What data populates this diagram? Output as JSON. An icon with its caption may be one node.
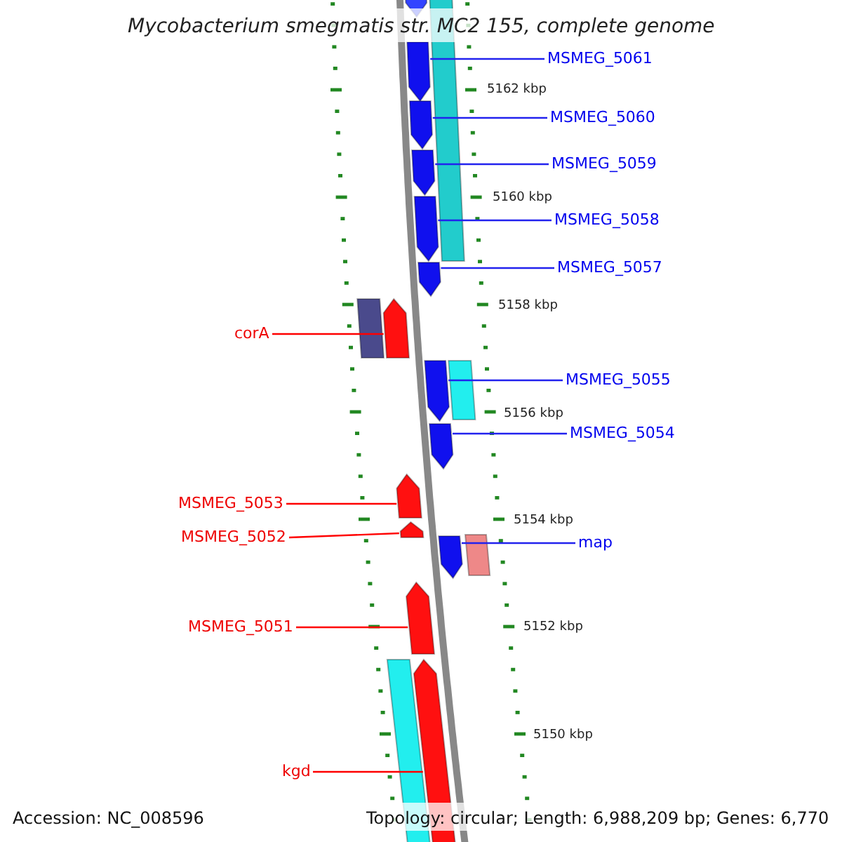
{
  "diagram": {
    "title": "Mycobacterium smegmatis str. MC2 155, complete genome",
    "nodes": [
      {
        "text": [
          "MSMEG_5061"
        ]
      },
      {
        "text": [],
        "shape": "arrow"
      },
      {
        "text": [
          "MSMEG_5060"
        ]
      },
      {
        "text": [],
        "shape": "arrow"
      },
      {
        "text": [
          "MSMEG_5059"
        ]
      },
      {
        "text": [],
        "shape": "arrow"
      },
      {
        "text": [
          "MSMEG_5058"
        ]
      },
      {
        "text": [],
        "shape": "arrow"
      },
      {
        "text": [
          "MSMEG_5057"
        ]
      },
      {
        "text": [],
        "shape": "arrow"
      },
      {
        "text": [
          "corA"
        ]
      },
      {
        "text": [],
        "shape": "arrow"
      },
      {
        "text": [
          "MSMEG_5055"
        ]
      },
      {
        "text": [],
        "shape": "arrow"
      },
      {
        "text": [
          "MSMEG_5054"
        ]
      },
      {
        "text": [],
        "shape": "arrow"
      },
      {
        "text": [
          "MSMEG_5053"
        ]
      },
      {
        "text": [],
        "shape": "arrow"
      },
      {
        "text": [
          "MSMEG_5052"
        ]
      },
      {
        "text": [],
        "shape": "arrow"
      },
      {
        "text": [
          "map"
        ]
      },
      {
        "text": [],
        "shape": "arrow"
      },
      {
        "text": [
          "MSMEG_5051"
        ]
      },
      {
        "text": [],
        "shape": "arrow"
      },
      {
        "text": [
          "kgd"
        ]
      },
      {
        "text": [],
        "shape": "arrow"
      },
      {
        "text": [],
        "shape": "arrow"
      },
      {
        "text": [],
        "shape": "bar"
      },
      {
        "text": [],
        "shape": "bar"
      },
      {
        "text": [],
        "shape": "bar"
      },
      {
        "text": [],
        "shape": "bar"
      },
      {
        "text": [],
        "shape": "bar"
      }
    ],
    "edges": [
      {
        "from": 0,
        "to": 1,
        "arrow": "none"
      },
      {
        "from": 2,
        "to": 3,
        "arrow": "none"
      },
      {
        "from": 4,
        "to": 5,
        "arrow": "none"
      },
      {
        "from": 6,
        "to": 7,
        "arrow": "none"
      },
      {
        "from": 8,
        "to": 9,
        "arrow": "none"
      },
      {
        "from": 10,
        "to": 11,
        "arrow": "none",
        "color": "#ff0000"
      },
      {
        "from": 12,
        "to": 13,
        "arrow": "none"
      },
      {
        "from": 14,
        "to": 15,
        "arrow": "none"
      },
      {
        "from": 16,
        "to": 17,
        "arrow": "none",
        "color": "#ff0000"
      },
      {
        "from": 18,
        "to": 19,
        "arrow": "none",
        "color": "#ff0000"
      },
      {
        "from": 20,
        "to": 21,
        "arrow": "none"
      },
      {
        "from": 22,
        "to": 23,
        "arrow": "none",
        "color": "#ff0000"
      },
      {
        "from": 24,
        "to": 25,
        "arrow": "none",
        "color": "#ff0000"
      }
    ],
    "labels": [
      "5162 kbp",
      "5160 kbp",
      "5158 kbp",
      "5156 kbp",
      "5154 kbp",
      "5152 kbp",
      "5150 kbp",
      "Accession: NC_008596",
      "Topology: circular; Length: 6,988,209 bp; Genes: 6,770"
    ]
  }
}
